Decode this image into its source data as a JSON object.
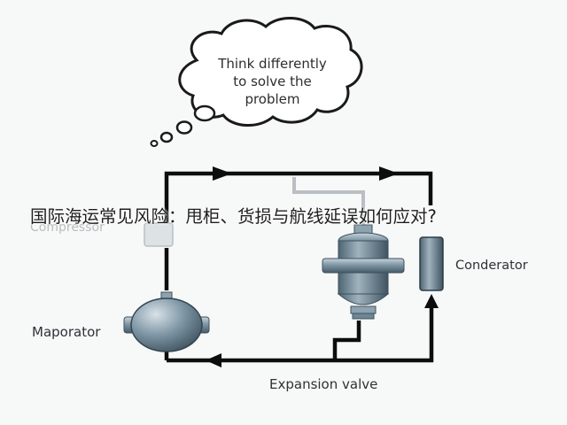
{
  "thought_bubble": {
    "lines": [
      "Think differently",
      "to solve the",
      "problem"
    ]
  },
  "overlay_title": "国际海运常见风险：甩柜、货损与航线延误如何应对?",
  "labels": {
    "compressor": "Compressor",
    "condenser": "Conderator",
    "evaporator": "Maporator",
    "expansion_valve": "Expansion valve"
  },
  "colors": {
    "pipe": "#0d0d0d",
    "pipe_light": "#b9bfc4",
    "component_metal": "#7f97a6",
    "component_dark": "#4d6472",
    "condenser_body": "#6d8797",
    "background": "#f7f8f8"
  },
  "icons": [
    "flow-arrow-icon",
    "cloud-icon"
  ]
}
